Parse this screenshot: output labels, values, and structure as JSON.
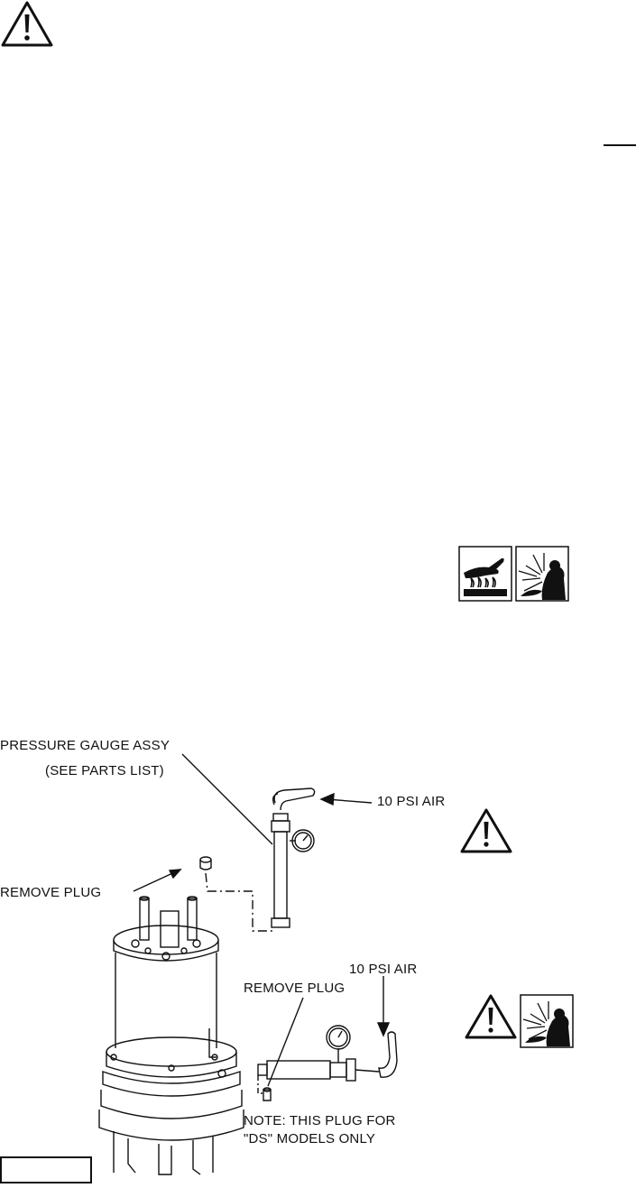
{
  "figure": {
    "labels": {
      "pressure_gauge": "PRESSURE GAUGE ASSY",
      "see_parts": "(SEE PARTS LIST)",
      "air_top": "10 PSI AIR",
      "remove_plug_top": "REMOVE PLUG",
      "air_bottom": "10 PSI AIR",
      "remove_plug_bottom": "REMOVE PLUG",
      "note_line1": "NOTE: THIS PLUG FOR",
      "note_line2": "\"DS\" MODELS ONLY"
    }
  },
  "icons": {
    "top_warning": "warning-triangle-icon",
    "hot_surface": "hot-surface-hand-icon",
    "explosion": "explosion-hazard-icon"
  }
}
